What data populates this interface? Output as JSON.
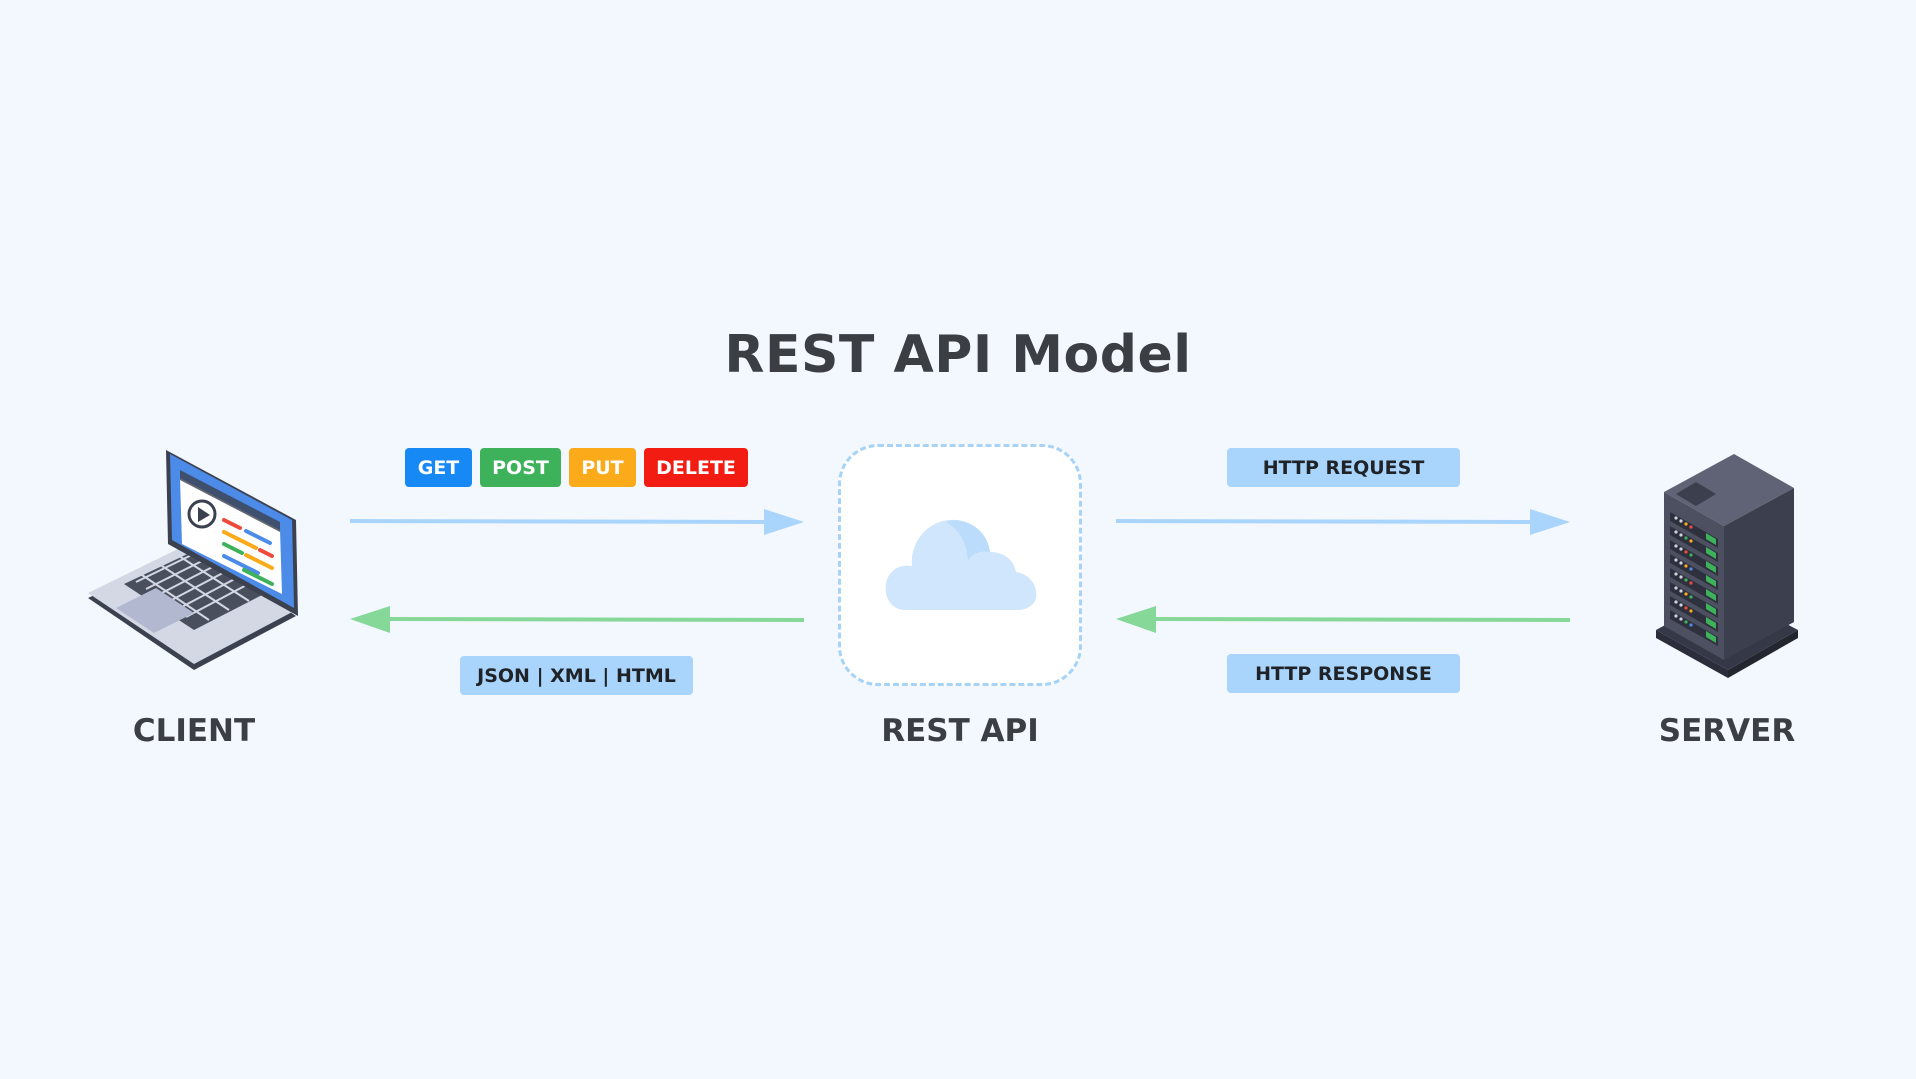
{
  "diagram": {
    "title": "REST API Model",
    "nodes": {
      "client": "CLIENT",
      "api": "REST API",
      "server": "SERVER"
    },
    "methods": [
      {
        "label": "GET",
        "color": "#1689f5"
      },
      {
        "label": "POST",
        "color": "#3db25b"
      },
      {
        "label": "PUT",
        "color": "#fbaa1a"
      },
      {
        "label": "DELETE",
        "color": "#f31c13"
      }
    ],
    "response_formats": "JSON | XML | HTML",
    "http_request": "HTTP REQUEST",
    "http_response": "HTTP RESPONSE",
    "colors": {
      "background": "#f3f8ff",
      "request_arrow": "#a9d4fb",
      "response_arrow": "#86d898",
      "label_pill": "#a9d4fb",
      "text": "#3b3e43"
    },
    "icons": {
      "client": "laptop-icon",
      "api": "cloud-icon",
      "server": "server-rack-icon"
    }
  }
}
